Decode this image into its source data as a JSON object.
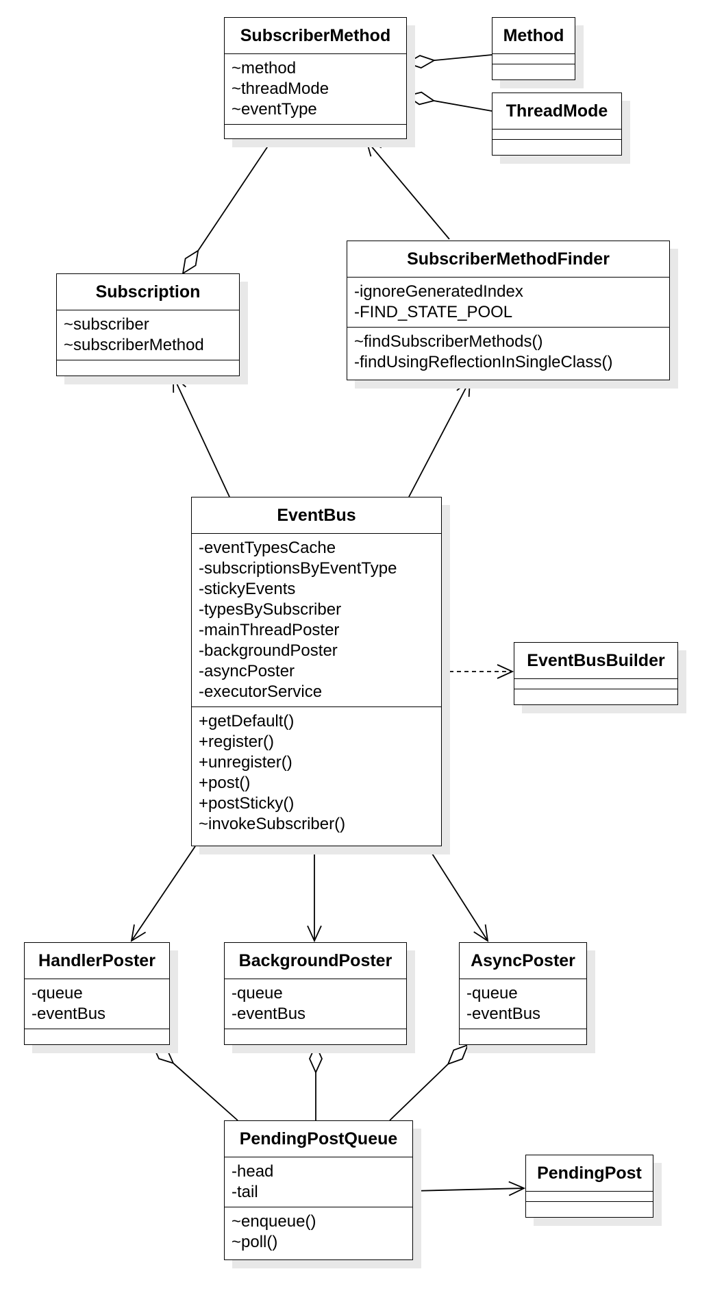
{
  "classes": {
    "subscriber_method": {
      "name": "SubscriberMethod",
      "attributes": [
        "~method",
        "~threadMode",
        "~eventType"
      ],
      "operations": []
    },
    "method": {
      "name": "Method",
      "attributes": [],
      "operations": []
    },
    "thread_mode": {
      "name": "ThreadMode",
      "attributes": [],
      "operations": []
    },
    "subscription": {
      "name": "Subscription",
      "attributes": [
        "~subscriber",
        "~subscriberMethod"
      ],
      "operations": []
    },
    "subscriber_method_finder": {
      "name": "SubscriberMethodFinder",
      "attributes": [
        "-ignoreGeneratedIndex",
        "-FIND_STATE_POOL"
      ],
      "operations": [
        "~findSubscriberMethods()",
        "-findUsingReflectionInSingleClass()"
      ]
    },
    "event_bus": {
      "name": "EventBus",
      "attributes": [
        "-eventTypesCache",
        "-subscriptionsByEventType",
        "-stickyEvents",
        "-typesBySubscriber",
        "-mainThreadPoster",
        "-backgroundPoster",
        "-asyncPoster",
        "-executorService"
      ],
      "operations": [
        "+getDefault()",
        "+register()",
        "+unregister()",
        "+post()",
        "+postSticky()",
        "~invokeSubscriber()"
      ]
    },
    "event_bus_builder": {
      "name": "EventBusBuilder",
      "attributes": [],
      "operations": []
    },
    "handler_poster": {
      "name": "HandlerPoster",
      "attributes": [
        "-queue",
        "-eventBus"
      ],
      "operations": []
    },
    "background_poster": {
      "name": "BackgroundPoster",
      "attributes": [
        "-queue",
        "-eventBus"
      ],
      "operations": []
    },
    "async_poster": {
      "name": "AsyncPoster",
      "attributes": [
        "-queue",
        "-eventBus"
      ],
      "operations": []
    },
    "pending_post_queue": {
      "name": "PendingPostQueue",
      "attributes": [
        "-head",
        "-tail"
      ],
      "operations": [
        "~enqueue()",
        "~poll()"
      ]
    },
    "pending_post": {
      "name": "PendingPost",
      "attributes": [],
      "operations": []
    }
  },
  "relationships": [
    {
      "type": "aggregation",
      "whole": "subscriber_method",
      "part": "method"
    },
    {
      "type": "aggregation",
      "whole": "subscriber_method",
      "part": "thread_mode"
    },
    {
      "type": "aggregation",
      "whole": "subscription",
      "part": "subscriber_method"
    },
    {
      "type": "association",
      "from": "subscriber_method_finder",
      "to": "subscriber_method"
    },
    {
      "type": "association",
      "from": "event_bus",
      "to": "subscription"
    },
    {
      "type": "association",
      "from": "event_bus",
      "to": "subscriber_method_finder"
    },
    {
      "type": "dependency",
      "from": "event_bus",
      "to": "event_bus_builder"
    },
    {
      "type": "association",
      "from": "event_bus",
      "to": "handler_poster"
    },
    {
      "type": "association",
      "from": "event_bus",
      "to": "background_poster"
    },
    {
      "type": "association",
      "from": "event_bus",
      "to": "async_poster"
    },
    {
      "type": "aggregation",
      "whole": "handler_poster",
      "part": "pending_post_queue"
    },
    {
      "type": "aggregation",
      "whole": "background_poster",
      "part": "pending_post_queue"
    },
    {
      "type": "aggregation",
      "whole": "async_poster",
      "part": "pending_post_queue"
    },
    {
      "type": "association",
      "from": "pending_post_queue",
      "to": "pending_post"
    }
  ]
}
